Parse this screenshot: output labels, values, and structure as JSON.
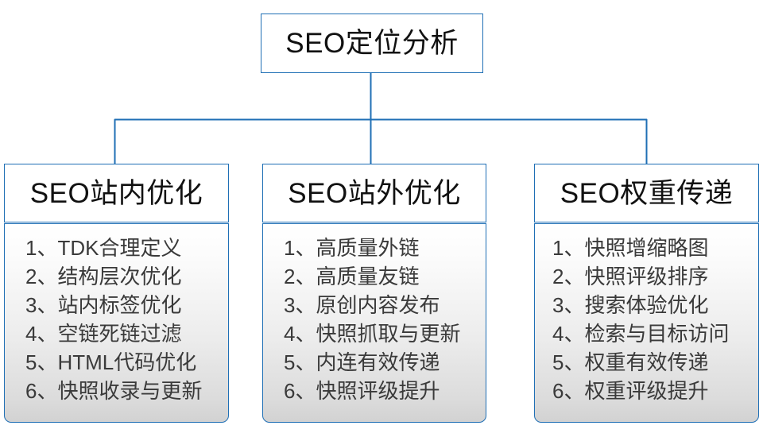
{
  "diagram": {
    "type": "org-tree",
    "title": "SEO定位分析",
    "accent_color": "#1f6fb5",
    "header_text_color": "#111111",
    "list_text_color": "#3a3a3a",
    "background_color": "#ffffff",
    "root": {
      "label": "SEO定位分析"
    },
    "branches": [
      {
        "label": "SEO站内优化",
        "items": [
          "1、TDK合理定义",
          "2、结构层次优化",
          "3、站内标签优化",
          "4、空链死链过滤",
          "5、HTML代码优化",
          "6、快照收录与更新"
        ]
      },
      {
        "label": "SEO站外优化",
        "items": [
          "1、高质量外链",
          "2、高质量友链",
          "3、原创内容发布",
          "4、快照抓取与更新",
          "5、内连有效传递",
          "6、快照评级提升"
        ]
      },
      {
        "label": "SEO权重传递",
        "items": [
          "1、快照增缩略图",
          "2、快照评级排序",
          "3、搜索体验优化",
          "4、检索与目标访问",
          "5、权重有效传递",
          "6、权重评级提升"
        ]
      }
    ]
  }
}
